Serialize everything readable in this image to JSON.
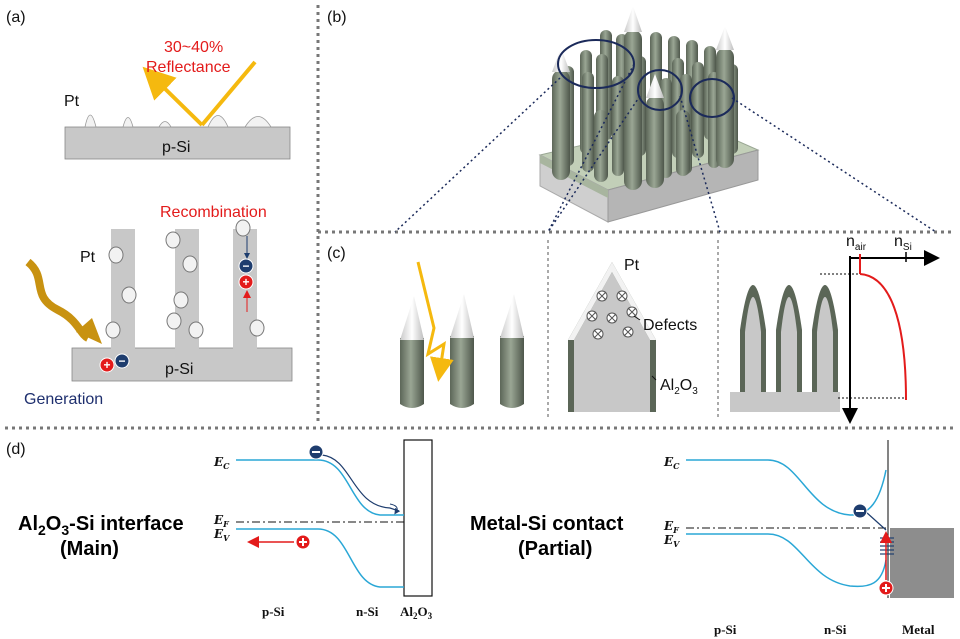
{
  "panels": {
    "a": {
      "label": "(a)",
      "reflectance_pct": "30~40%",
      "reflectance": "Reflectance",
      "pt": "Pt",
      "substrate": "p-Si",
      "recombination": "Recombination",
      "generation": "Generation",
      "plus": "+",
      "minus": "−"
    },
    "b": {
      "label": "(b)"
    },
    "c": {
      "label": "(c)",
      "pt": "Pt",
      "defects": "Defects",
      "al2o3_main": "Al",
      "al2o3_sub": "2",
      "al2o3_end": "O",
      "al2o3_sub2": "3",
      "n_air_main": "n",
      "n_air_sub": "air",
      "n_si_main": "n",
      "n_si_sub": "Si"
    },
    "d": {
      "label": "(d)",
      "left_title_1_main": "Al",
      "left_title_1_sub": "2",
      "left_title_1_mid": "O",
      "left_title_1_sub2": "3",
      "left_title_1_end": "-Si interface",
      "left_title_2": "(Main)",
      "right_title_1": "Metal-Si contact",
      "right_title_2": "(Partial)",
      "ec_main": "E",
      "ec_sub": "C",
      "ef_main": "E",
      "ef_sub": "F",
      "ev_main": "E",
      "ev_sub": "V",
      "p_si": "p-Si",
      "n_si": "n-Si",
      "al2o3_main": "Al",
      "al2o3_sub": "2",
      "al2o3_mid": "O",
      "al2o3_sub2": "3",
      "metal": "Metal"
    }
  },
  "colors": {
    "silicon_gray": "#c8c8c8",
    "pt_white": "#f2f2f2",
    "light_ray": "#f5b90f",
    "absorbed_ray": "#c89211",
    "hole_red": "#e31b1b",
    "electron_blue": "#1e3d6e",
    "band_blue": "#2aa7d6",
    "wire_green": "#7d8b78",
    "al2o3_dark": "#5b6657",
    "metal_gray": "#8d8d8d"
  }
}
